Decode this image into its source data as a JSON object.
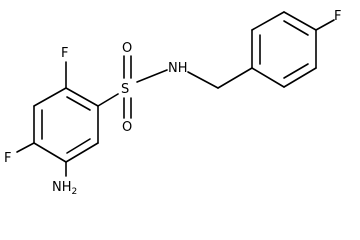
{
  "molecule": {
    "atoms": {
      "f_top": "F",
      "f_left": "F",
      "amino": {
        "symbol": "NH",
        "subscript": "2"
      },
      "s": "S",
      "o_top": "O",
      "o_bottom": "O",
      "nh": "NH",
      "f_para": "F"
    }
  }
}
